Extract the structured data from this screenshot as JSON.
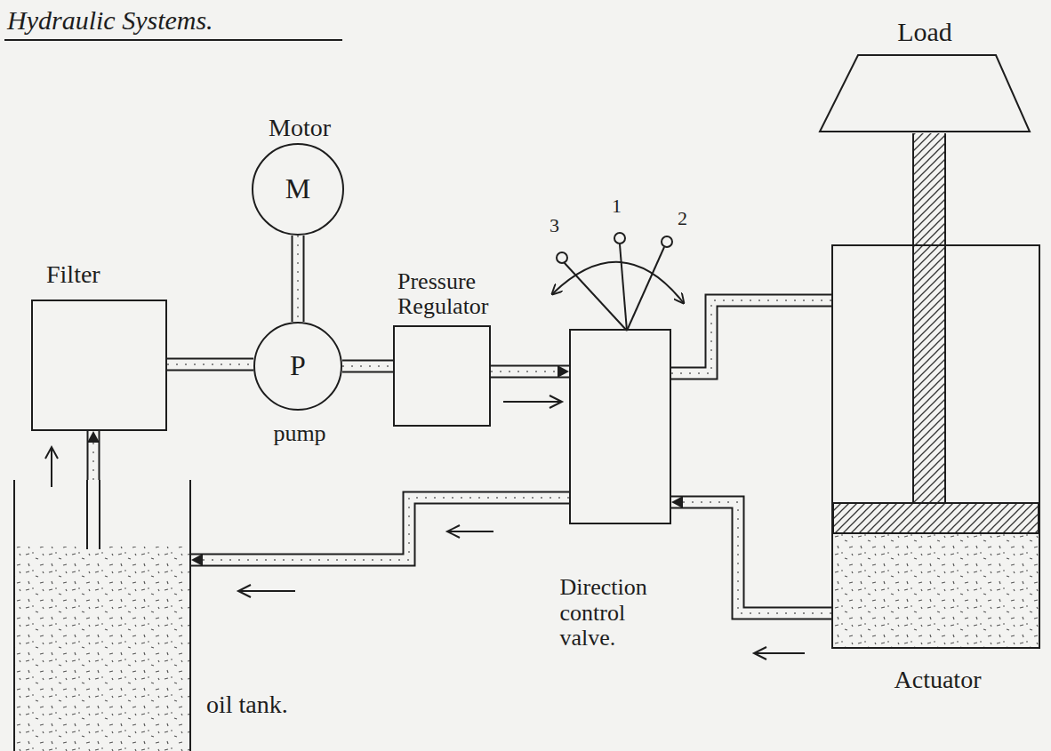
{
  "diagram": {
    "title": "Hydraulic Systems.",
    "nodes": [
      {
        "text": [
          "Filter"
        ]
      },
      {
        "text": [
          "Motor",
          "M"
        ]
      },
      {
        "text": [
          "P",
          "pump"
        ]
      },
      {
        "text": [
          "Pressure Regulator"
        ]
      },
      {
        "text": [
          "Direction control valve."
        ]
      },
      {
        "text": [
          "Load"
        ]
      },
      {
        "text": [
          "Actuator"
        ]
      },
      {
        "text": [
          "oil tank."
        ]
      }
    ],
    "edges": [
      {
        "from": 7,
        "to": 0,
        "arrow": "to"
      },
      {
        "from": 0,
        "to": 2,
        "arrow": "none"
      },
      {
        "from": 1,
        "to": 2,
        "arrow": "none"
      },
      {
        "from": 2,
        "to": 3,
        "arrow": "none"
      },
      {
        "from": 3,
        "to": 4,
        "arrow": "to"
      },
      {
        "from": 4,
        "to": 6,
        "arrow": "none"
      },
      {
        "from": 6,
        "to": 4,
        "arrow": "to"
      },
      {
        "from": 4,
        "to": 7,
        "arrow": "to"
      },
      {
        "from": 6,
        "to": 5,
        "arrow": "none"
      }
    ],
    "labels": [
      "3",
      "1",
      "2"
    ]
  }
}
